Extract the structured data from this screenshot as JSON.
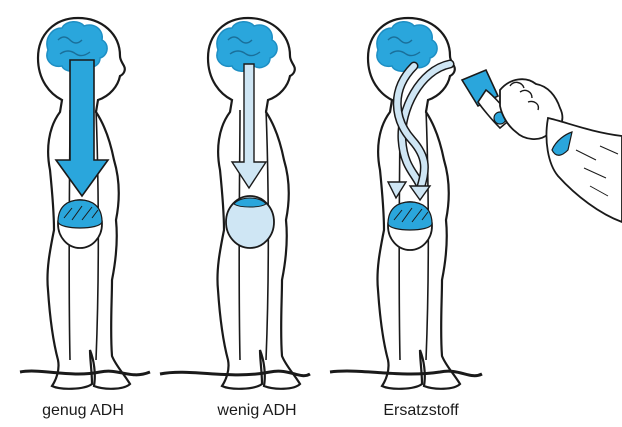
{
  "captions": {
    "first": "genug ADH",
    "second": "wenig ADH",
    "third": "Ersatzstoff"
  },
  "colors": {
    "strong_blue": "#2aa6dc",
    "light_blue": "#cfe6f4",
    "outline": "#1a1a1a",
    "brain_dark": "#1e8fc4"
  },
  "icons": {
    "nasal_spray": "nasal-spray-icon",
    "hand": "hand-icon",
    "brain": "brain-icon",
    "bladder": "bladder-icon"
  }
}
